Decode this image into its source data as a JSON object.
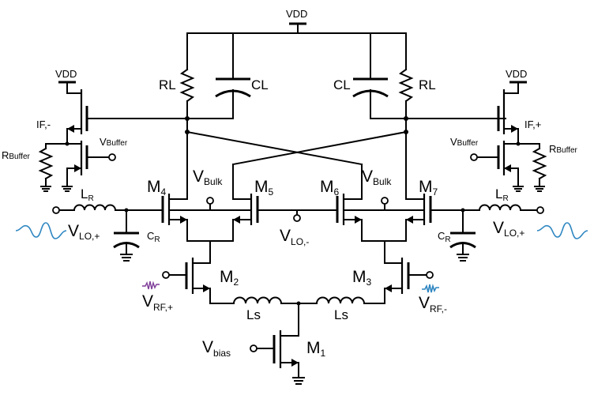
{
  "labels": {
    "vdd": "VDD",
    "rl": "RL",
    "cl": "CL",
    "if_minus": "IF,-",
    "if_plus": "IF,+",
    "r_buffer_main": "R",
    "r_buffer_sub": "Buffer",
    "v_buffer_main": "V",
    "v_buffer_sub": "Buffer",
    "m_letter": "M",
    "m1": "1",
    "m2": "2",
    "m3": "3",
    "m4": "4",
    "m5": "5",
    "m6": "6",
    "m7": "7",
    "v_bulk_main": "V",
    "v_bulk_sub": "Bulk",
    "v_lo_main": "V",
    "v_lo_plus_sub": "LO,+",
    "v_lo_minus_sub": "LO,-",
    "l_main": "L",
    "l_r_sub": "R",
    "c_main": "C",
    "c_r_sub": "R",
    "ls": "Ls",
    "v_rf_main": "V",
    "v_rf_plus_sub": "RF,+",
    "v_rf_minus_sub": "RF,-",
    "v_bias_main": "V",
    "v_bias_sub": "bias"
  },
  "colors": {
    "wire": "#000000",
    "lo_wave": "#2e86c1",
    "rf_wave": "#7d3c98"
  }
}
